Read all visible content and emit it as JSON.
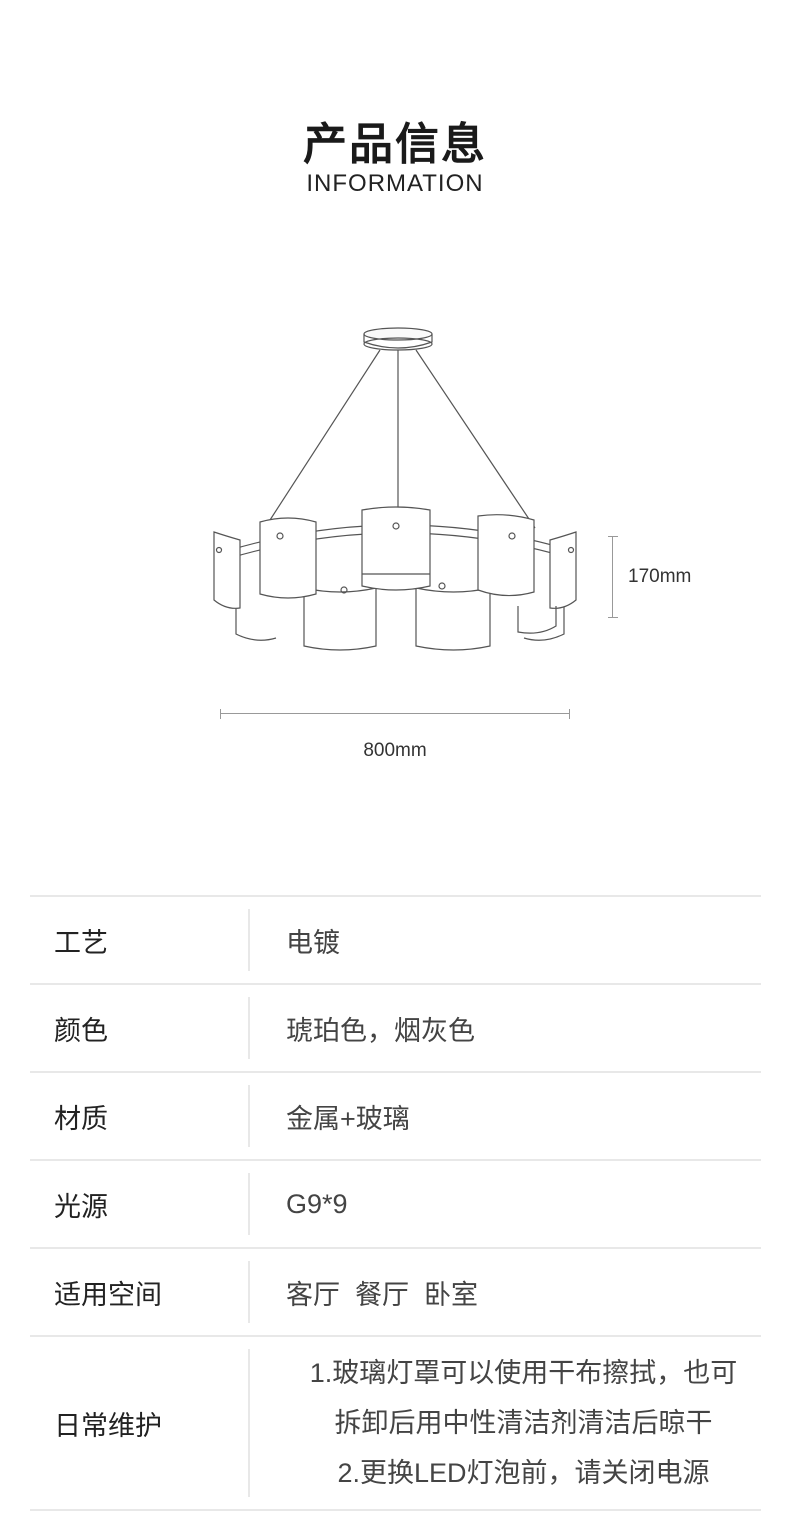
{
  "header": {
    "title": "产品信息",
    "subtitle": "INFORMATION"
  },
  "dimensions": {
    "width_label": "800mm",
    "height_label": "170mm"
  },
  "specs": [
    {
      "label": "工艺",
      "value": "电镀"
    },
    {
      "label": "颜色",
      "value": "琥珀色，烟灰色"
    },
    {
      "label": "材质",
      "value": "金属+玻璃"
    },
    {
      "label": "光源",
      "value": "G9*9"
    },
    {
      "label": "适用空间",
      "value": "客厅  餐厅  卧室"
    },
    {
      "label": "日常维护",
      "lines": [
        "1.玻璃灯罩可以使用干布擦拭，也可",
        "拆卸后用中性清洁剂清洁后晾干",
        "2.更换LED灯泡前，请关闭电源"
      ]
    }
  ]
}
